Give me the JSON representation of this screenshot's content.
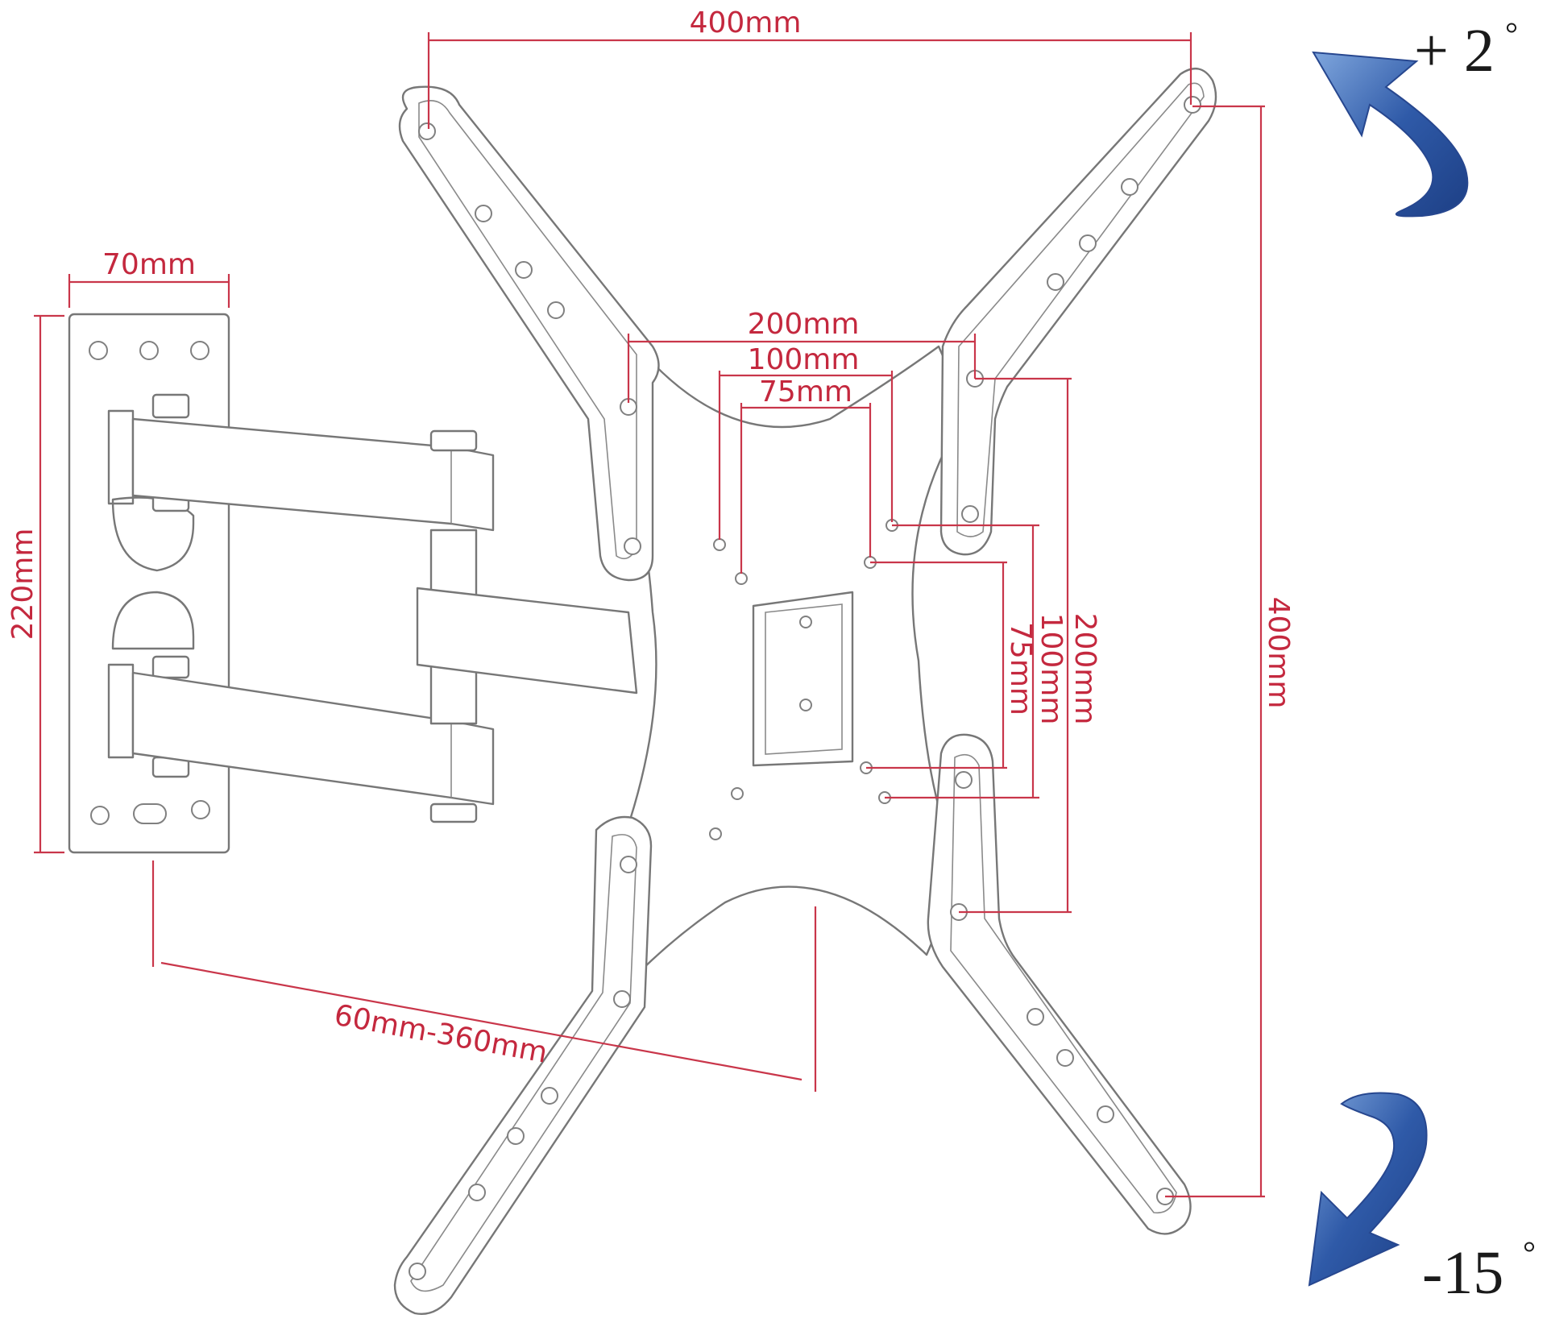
{
  "dimensions": {
    "top_width": "400mm",
    "arm_plate_width": "70mm",
    "arm_plate_height": "220mm",
    "vesa_200": "200mm",
    "vesa_100": "100mm",
    "vesa_75": "75mm",
    "vert_200": "200mm",
    "vert_100": "100mm",
    "vert_75": "75mm",
    "total_height": "400mm",
    "extension": "60mm-360mm"
  },
  "tilt": {
    "up": "+ 2",
    "down": "-15",
    "degree_symbol": "°"
  },
  "colors": {
    "dimension_line": "#c9364a",
    "arrow_blue": "#2f5aa8",
    "outline": "#777777"
  }
}
